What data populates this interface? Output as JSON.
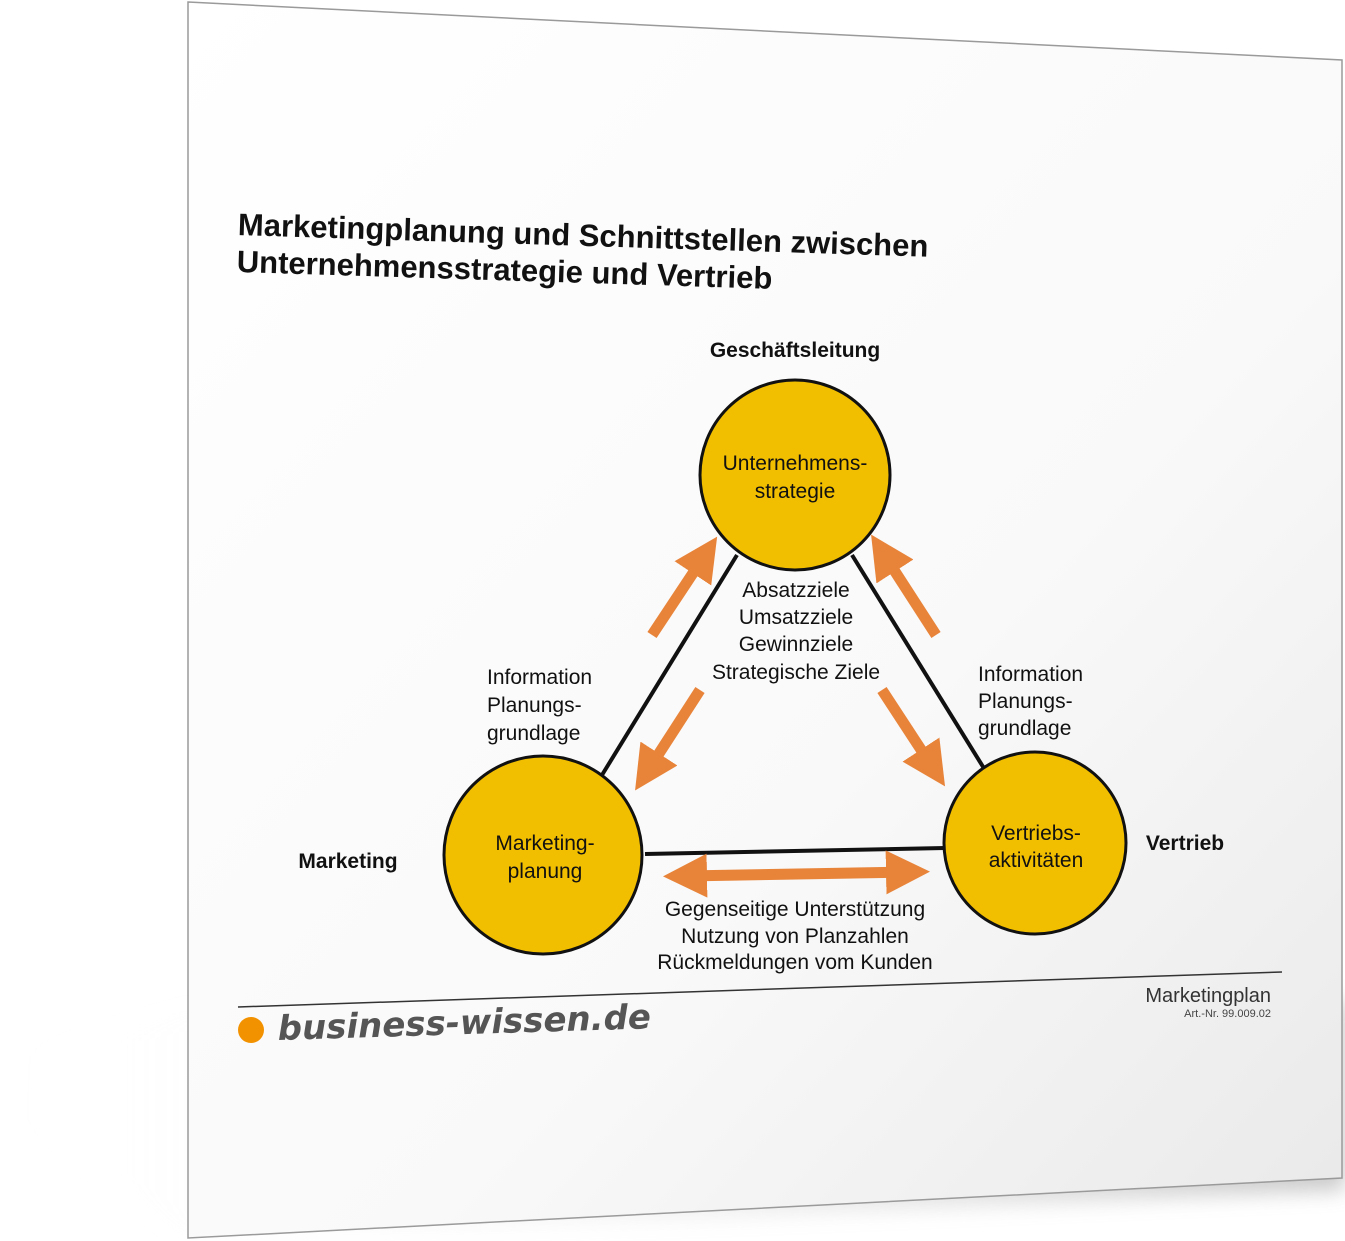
{
  "title": {
    "line1": "Marketingplanung und Schnittstellen zwischen",
    "line2": "Unternehmensstrategie und Vertrieb"
  },
  "roles": {
    "top": "Geschäftsleitung",
    "left": "Marketing",
    "right": "Vertrieb"
  },
  "nodes": {
    "top": {
      "line1": "Unternehmens-",
      "line2": "strategie"
    },
    "left": {
      "line1": "Marketing-",
      "line2": "planung"
    },
    "right": {
      "line1": "Vertriebs-",
      "line2": "aktivitäten"
    }
  },
  "center_goals": [
    "Absatzziele",
    "Umsatzziele",
    "Gewinnziele",
    "Strategische Ziele"
  ],
  "left_info": [
    "Information",
    "Planungs-",
    "grundlage"
  ],
  "right_info": [
    "Information",
    "Planungs-",
    "grundlage"
  ],
  "bottom_info": [
    "Gegenseitige Unterstützung",
    "Nutzung von Planzahlen",
    "Rückmeldungen vom Kunden"
  ],
  "footer": {
    "brand": "business-wissen.de",
    "doc_title": "Marketingplan",
    "article": "Art.-Nr. 99.009.02"
  },
  "colors": {
    "node_fill": "#f2be00",
    "arrow": "#e8843a",
    "brand_dot": "#f39200",
    "line": "#111111"
  }
}
